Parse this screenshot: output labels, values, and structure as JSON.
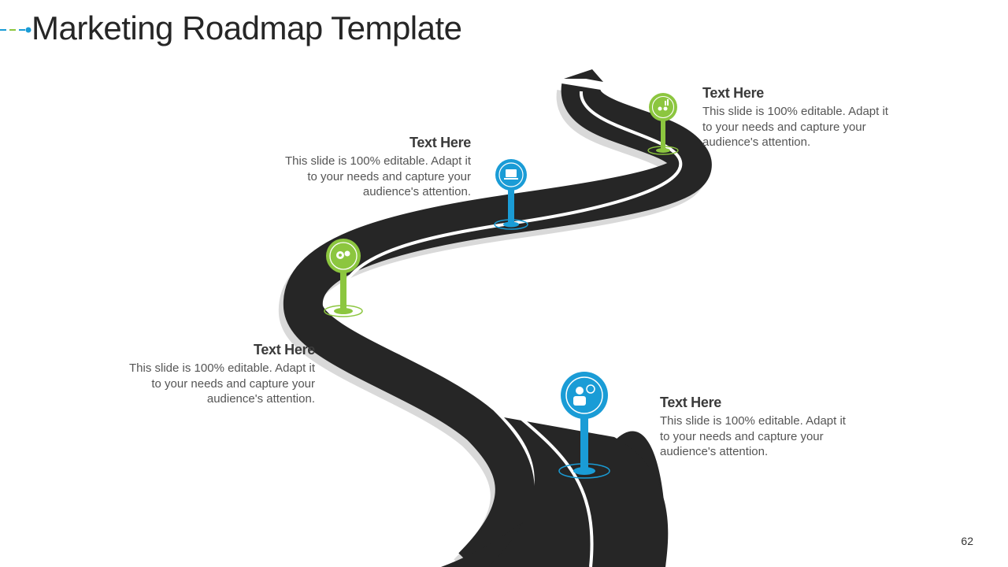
{
  "slide": {
    "title": "Marketing Roadmap Template",
    "page_number": "62"
  },
  "colors": {
    "road": "#262626",
    "road_shadow": "#d9d9d9",
    "lane_line": "#ffffff",
    "blue": "#1a9cd6",
    "green": "#8cc63f",
    "title_text": "#262626"
  },
  "milestones": [
    {
      "heading": "Text Here",
      "body": "This slide is 100% editable. Adapt it to your needs and capture your audience's attention.",
      "pin_color": "blue",
      "icon": "user-money-icon"
    },
    {
      "heading": "Text Here",
      "body": "This slide is 100% editable. Adapt it to your needs and capture your audience's attention.",
      "pin_color": "green",
      "icon": "gears-icon"
    },
    {
      "heading": "Text Here",
      "body": "This slide is 100% editable. Adapt it to your needs and capture your audience's attention.",
      "pin_color": "blue",
      "icon": "laptop-icon"
    },
    {
      "heading": "Text Here",
      "body": "This slide is 100% editable. Adapt it to your needs and capture your audience's attention.",
      "pin_color": "green",
      "icon": "team-chart-icon"
    }
  ]
}
